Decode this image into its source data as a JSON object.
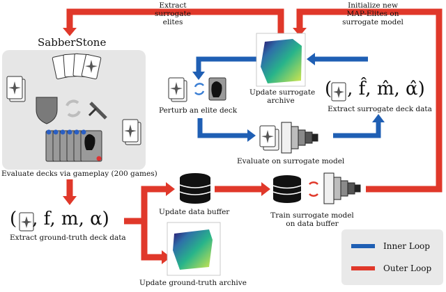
{
  "colors": {
    "inner_loop": "#1f5fb4",
    "outer_loop": "#e0382a",
    "panel_bg": "#e6e6e6",
    "card_bg": "#f4f4f4",
    "db_black": "#111111"
  },
  "labels": {
    "extract_surrogate_elites": "Extract\nsurrogate\nelites",
    "initialize_map_elites": "Initialize new\nMAP-Elites on\nsurrogate model",
    "sabberstone": "SabberStone",
    "update_surrogate_archive": "Update surrogate\narchive",
    "perturb_elite_deck": "Perturb an elite deck",
    "extract_surrogate_deck_data": "Extract surrogate deck data",
    "evaluate_surrogate_model": "Evaluate on surrogate model",
    "evaluate_decks_gameplay": "Evaluate decks via gameplay (200 games)",
    "extract_ground_truth": "Extract ground-truth deck data",
    "update_data_buffer": "Update data buffer",
    "train_surrogate": "Train surrogate model\non data buffer",
    "update_ground_truth_archive": "Update ground-truth archive"
  },
  "tuples": {
    "surrogate": ", f̂, m̂, α̂)",
    "ground_truth": ", f, m, α)"
  },
  "legend": {
    "inner": "Inner Loop",
    "outer": "Outer Loop"
  }
}
